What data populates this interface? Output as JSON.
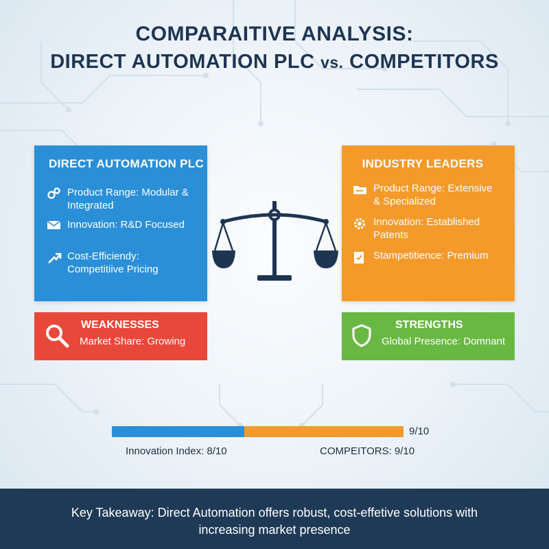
{
  "title": {
    "line1": "Comparaitive Analysis:",
    "line2_main": "Direct Automation PLC",
    "line2_vs": "vs.",
    "line2_end": "Competitors"
  },
  "direct_automation": {
    "heading": "DIRECT AUTOMATION PLC",
    "color": "#2a8fd7",
    "items": [
      {
        "icon": "gears-icon",
        "text": "Product Range: Modular & Integrated"
      },
      {
        "icon": "envelope-icon",
        "text": "Innovation: R&D Focused"
      },
      {
        "icon": "arrow-icon",
        "text": "Cost-Efficiendy: Competitiive Pricing"
      }
    ]
  },
  "industry_leaders": {
    "heading": "INDUSTRY LEADERS",
    "color": "#f39a2b",
    "items": [
      {
        "icon": "folder-icon",
        "text": "Product Range: Extensive & Specialized"
      },
      {
        "icon": "gear-icon",
        "text": "Innovation: Established Patents"
      },
      {
        "icon": "clipboard-icon",
        "text": "Stampetitience: Premium"
      }
    ]
  },
  "weaknesses": {
    "heading": "WEAKNESSES",
    "text": "Market Share: Growing",
    "icon": "magnifier-icon",
    "color": "#e8483a"
  },
  "strengths": {
    "heading": "STRENGTHS",
    "text": "Global Presence: Domnant",
    "icon": "shield-icon",
    "color": "#6ab844"
  },
  "center_icon": "balance-scale-icon",
  "comparison": {
    "score_label": "9/10",
    "label_a": "Innovation Index: 8/10",
    "label_b": "COMPEITORS: 9/10",
    "share_a": 0.455,
    "share_b": 0.545
  },
  "footer": {
    "text": "Key Takeaway: Direct Automation offers robust, cost-effetive solutions with increasing market presence"
  }
}
